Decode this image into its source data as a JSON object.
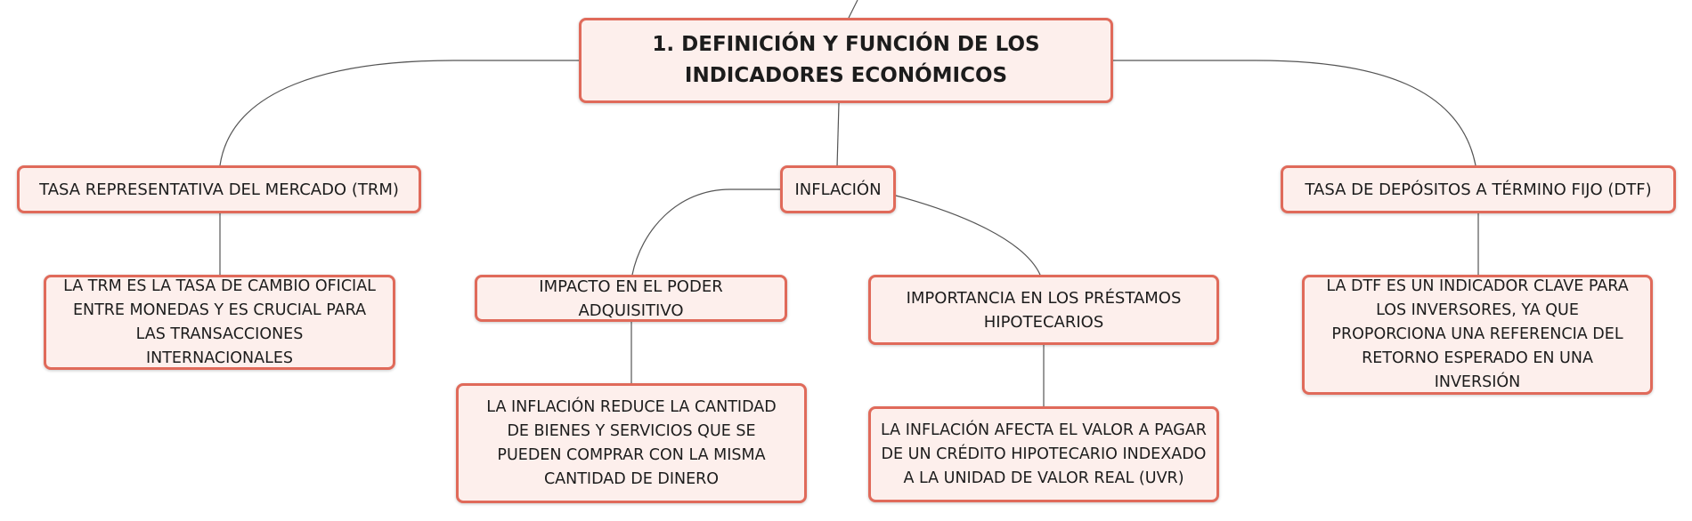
{
  "diagram": {
    "root": {
      "label": "1. DEFINICIÓN Y FUNCIÓN DE LOS INDICADORES ECONÓMICOS"
    },
    "branches": {
      "trm": {
        "label": "TASA REPRESENTATIVA DEL MERCADO (TRM)",
        "detail": "LA TRM ES LA TASA DE CAMBIO OFICIAL ENTRE MONEDAS Y ES CRUCIAL PARA LAS TRANSACCIONES INTERNACIONALES"
      },
      "inflacion": {
        "label": "INFLACIÓN",
        "sub_poder": {
          "label": "IMPACTO EN EL PODER ADQUISITIVO",
          "detail": "LA INFLACIÓN REDUCE LA CANTIDAD DE BIENES Y SERVICIOS QUE SE PUEDEN COMPRAR CON LA MISMA CANTIDAD DE DINERO"
        },
        "sub_prestamos": {
          "label": "IMPORTANCIA EN LOS PRÉSTAMOS HIPOTECARIOS",
          "detail": "LA INFLACIÓN AFECTA EL VALOR A PAGAR DE UN CRÉDITO HIPOTECARIO INDEXADO A LA UNIDAD DE VALOR REAL (UVR)"
        }
      },
      "dtf": {
        "label": "TASA DE DEPÓSITOS A TÉRMINO FIJO (DTF)",
        "detail": "LA DTF ES UN INDICADOR CLAVE PARA LOS INVERSORES, YA QUE PROPORCIONA UNA REFERENCIA DEL RETORNO ESPERADO EN UNA INVERSIÓN"
      }
    }
  },
  "colors": {
    "node_fill": "#fdefec",
    "node_border": "#e06a5a",
    "connector": "#555555",
    "text": "#1c1c1c"
  }
}
